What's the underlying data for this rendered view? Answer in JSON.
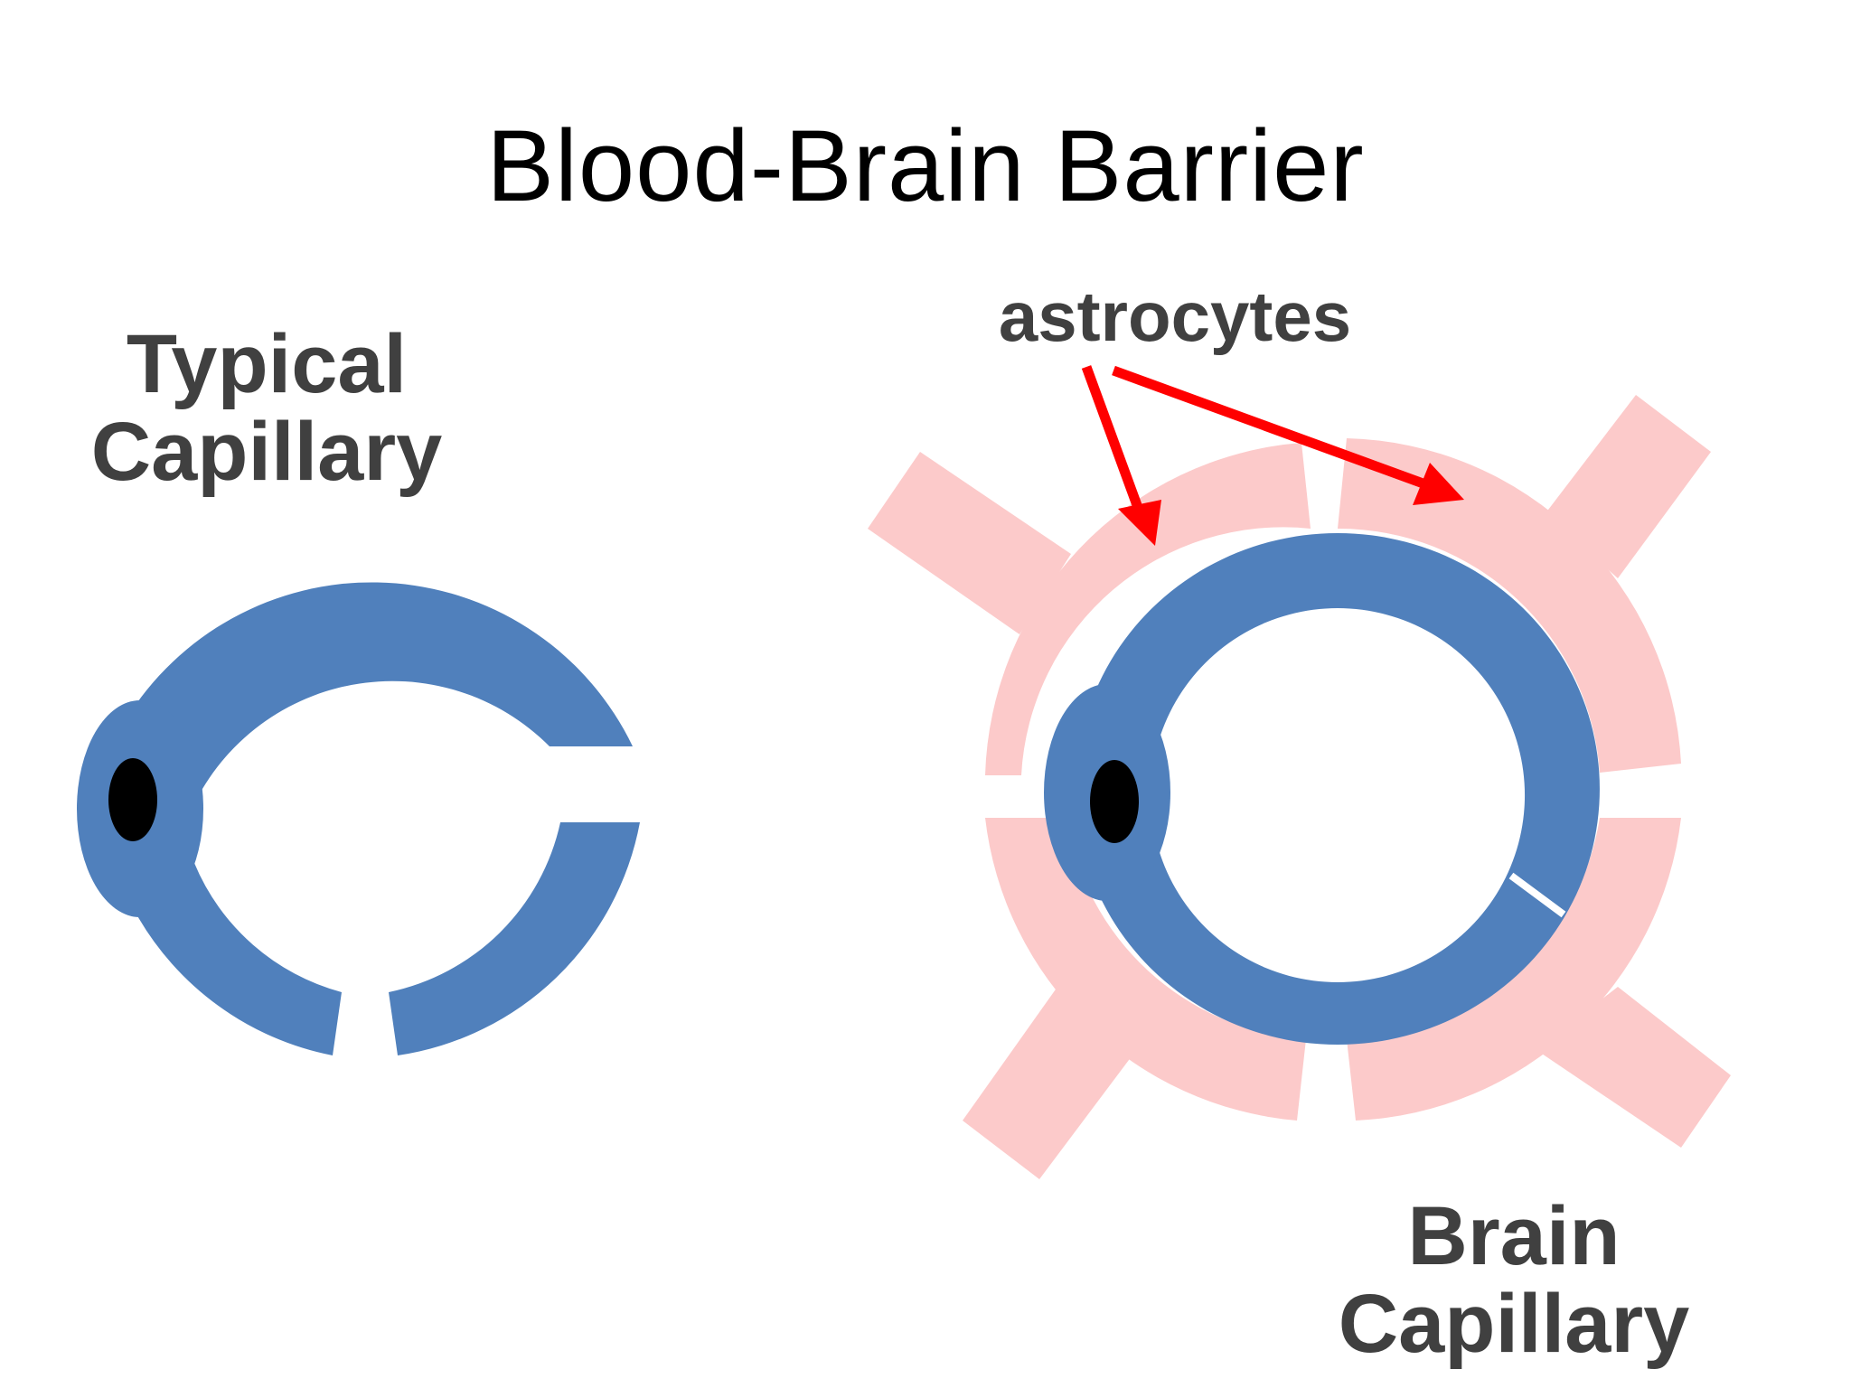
{
  "title": "Blood-Brain Barrier",
  "labels": {
    "typical_line1": "Typical",
    "typical_line2": "Capillary",
    "brain_line1": "Brain",
    "brain_line2": "Capillary",
    "astrocytes": "astrocytes"
  },
  "colors": {
    "vessel_wall": "#5080bc",
    "astrocyte": "#fccaca",
    "nucleus": "#000000",
    "arrow": "#ff0000",
    "label_text": "#404040"
  }
}
